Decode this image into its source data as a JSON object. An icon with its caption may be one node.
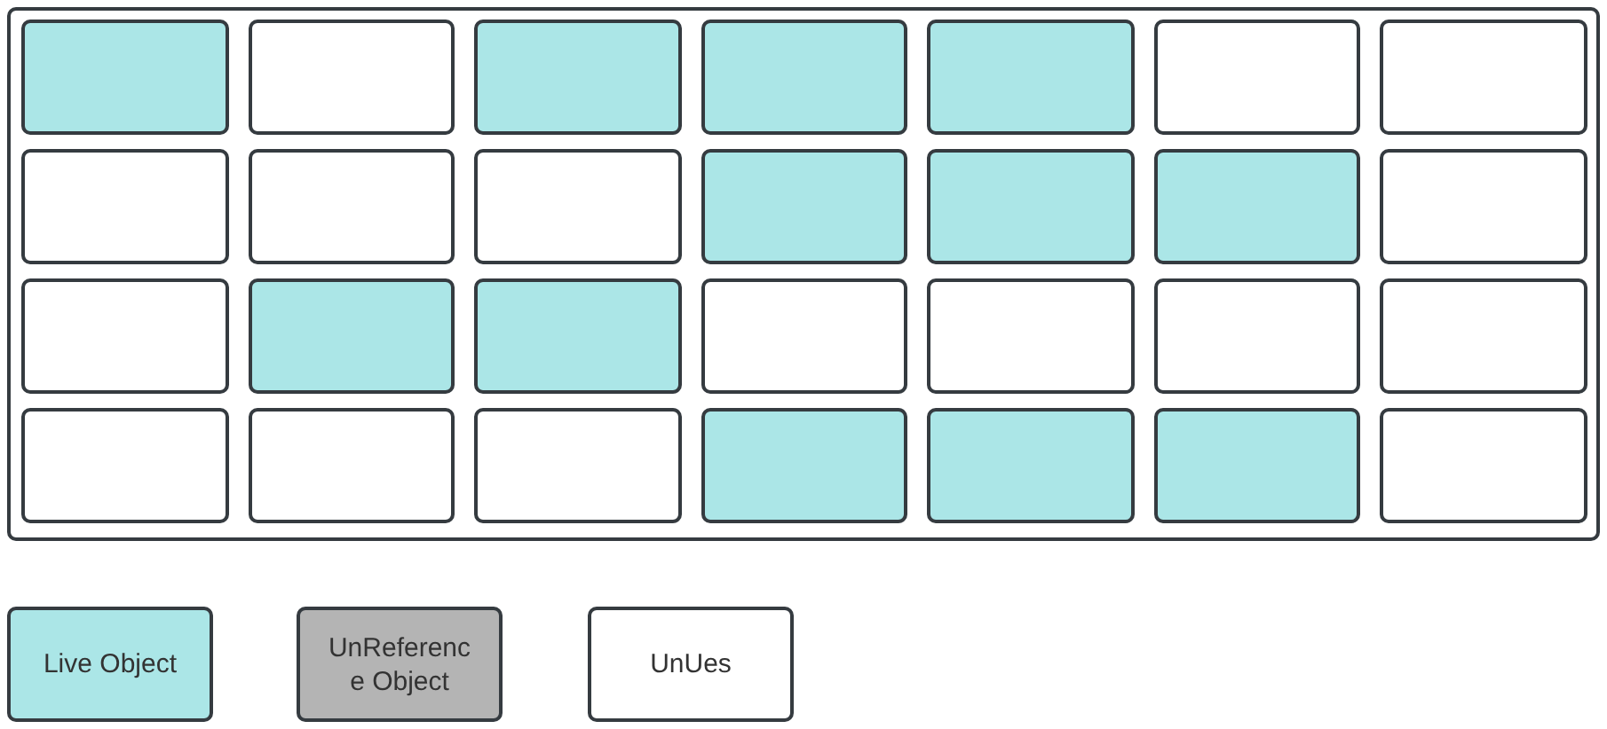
{
  "diagram": {
    "nodes": [
      {
        "text": [],
        "shape": "box"
      },
      {
        "text": [],
        "shape": "box",
        "in": 0
      },
      {
        "text": [],
        "shape": "box",
        "in": 0
      },
      {
        "text": [],
        "shape": "box",
        "in": 0
      },
      {
        "text": [],
        "shape": "box",
        "in": 0
      },
      {
        "text": [],
        "shape": "box",
        "in": 0
      },
      {
        "text": [],
        "shape": "box",
        "in": 0
      },
      {
        "text": [],
        "shape": "box",
        "in": 0
      },
      {
        "text": [],
        "shape": "box",
        "in": 0
      },
      {
        "text": [],
        "shape": "box",
        "in": 0
      },
      {
        "text": [],
        "shape": "box",
        "in": 0
      },
      {
        "text": [],
        "shape": "box",
        "in": 0
      },
      {
        "text": [],
        "shape": "box",
        "in": 0
      },
      {
        "text": [],
        "shape": "box",
        "in": 0
      },
      {
        "text": [],
        "shape": "box",
        "in": 0
      },
      {
        "text": [],
        "shape": "box",
        "in": 0
      },
      {
        "text": [],
        "shape": "box",
        "in": 0
      },
      {
        "text": [],
        "shape": "box",
        "in": 0
      },
      {
        "text": [],
        "shape": "box",
        "in": 0
      },
      {
        "text": [],
        "shape": "box",
        "in": 0
      },
      {
        "text": [],
        "shape": "box",
        "in": 0
      },
      {
        "text": [],
        "shape": "box",
        "in": 0
      },
      {
        "text": [],
        "shape": "box",
        "in": 0
      },
      {
        "text": [],
        "shape": "box",
        "in": 0
      },
      {
        "text": [],
        "shape": "box",
        "in": 0
      },
      {
        "text": [],
        "shape": "box",
        "in": 0
      },
      {
        "text": [],
        "shape": "box",
        "in": 0
      },
      {
        "text": [],
        "shape": "box",
        "in": 0
      },
      {
        "text": [],
        "shape": "box",
        "in": 0
      }
    ],
    "legend": [
      {
        "text": "Live Object",
        "color": "#abe6e7"
      },
      {
        "text": "UnReference Object",
        "color": "#b4b4b4"
      },
      {
        "text": "UnUes",
        "color": "#ffffff"
      }
    ]
  }
}
